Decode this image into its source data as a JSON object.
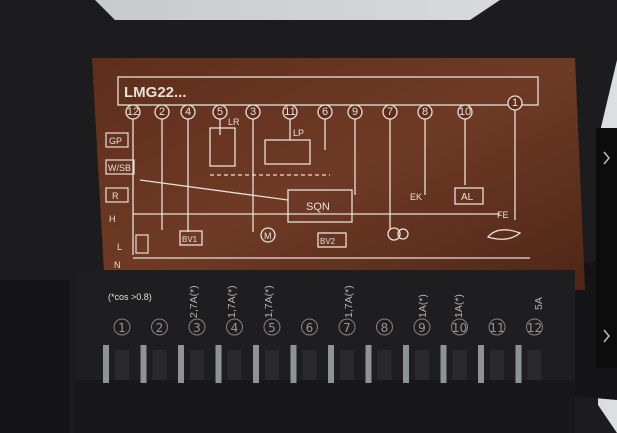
{
  "label": {
    "model": "LMG22...",
    "top_terminals": [
      "12",
      "2",
      "4",
      "5",
      "3",
      "11",
      "6",
      "9",
      "7",
      "8",
      "10",
      "1"
    ],
    "left_boxes": [
      "GP",
      "W/SB",
      "R"
    ],
    "left_letters": [
      "H",
      "L",
      "N"
    ],
    "components": {
      "lr": "LR",
      "lp": "LP",
      "sqn": "SQN",
      "bv1": "BV1",
      "bv2": "BV2",
      "motor": "M",
      "ek": "EK",
      "al": "AL",
      "fe": "FE"
    },
    "note": "(*cos >0.8)",
    "ratings": [
      "2,7A(*)",
      "1,7A(*)",
      "1,7A(*)",
      "1,7A(*)",
      "1A(*)",
      "1A(*)",
      "5A"
    ],
    "bottom_terminals": [
      "1",
      "2",
      "3",
      "4",
      "5",
      "6",
      "7",
      "8",
      "9",
      "10",
      "11",
      "12"
    ]
  },
  "colors": {
    "label_brown": "#6b3520",
    "housing": "#1c1c1e",
    "wall": "#d3d5d6"
  }
}
